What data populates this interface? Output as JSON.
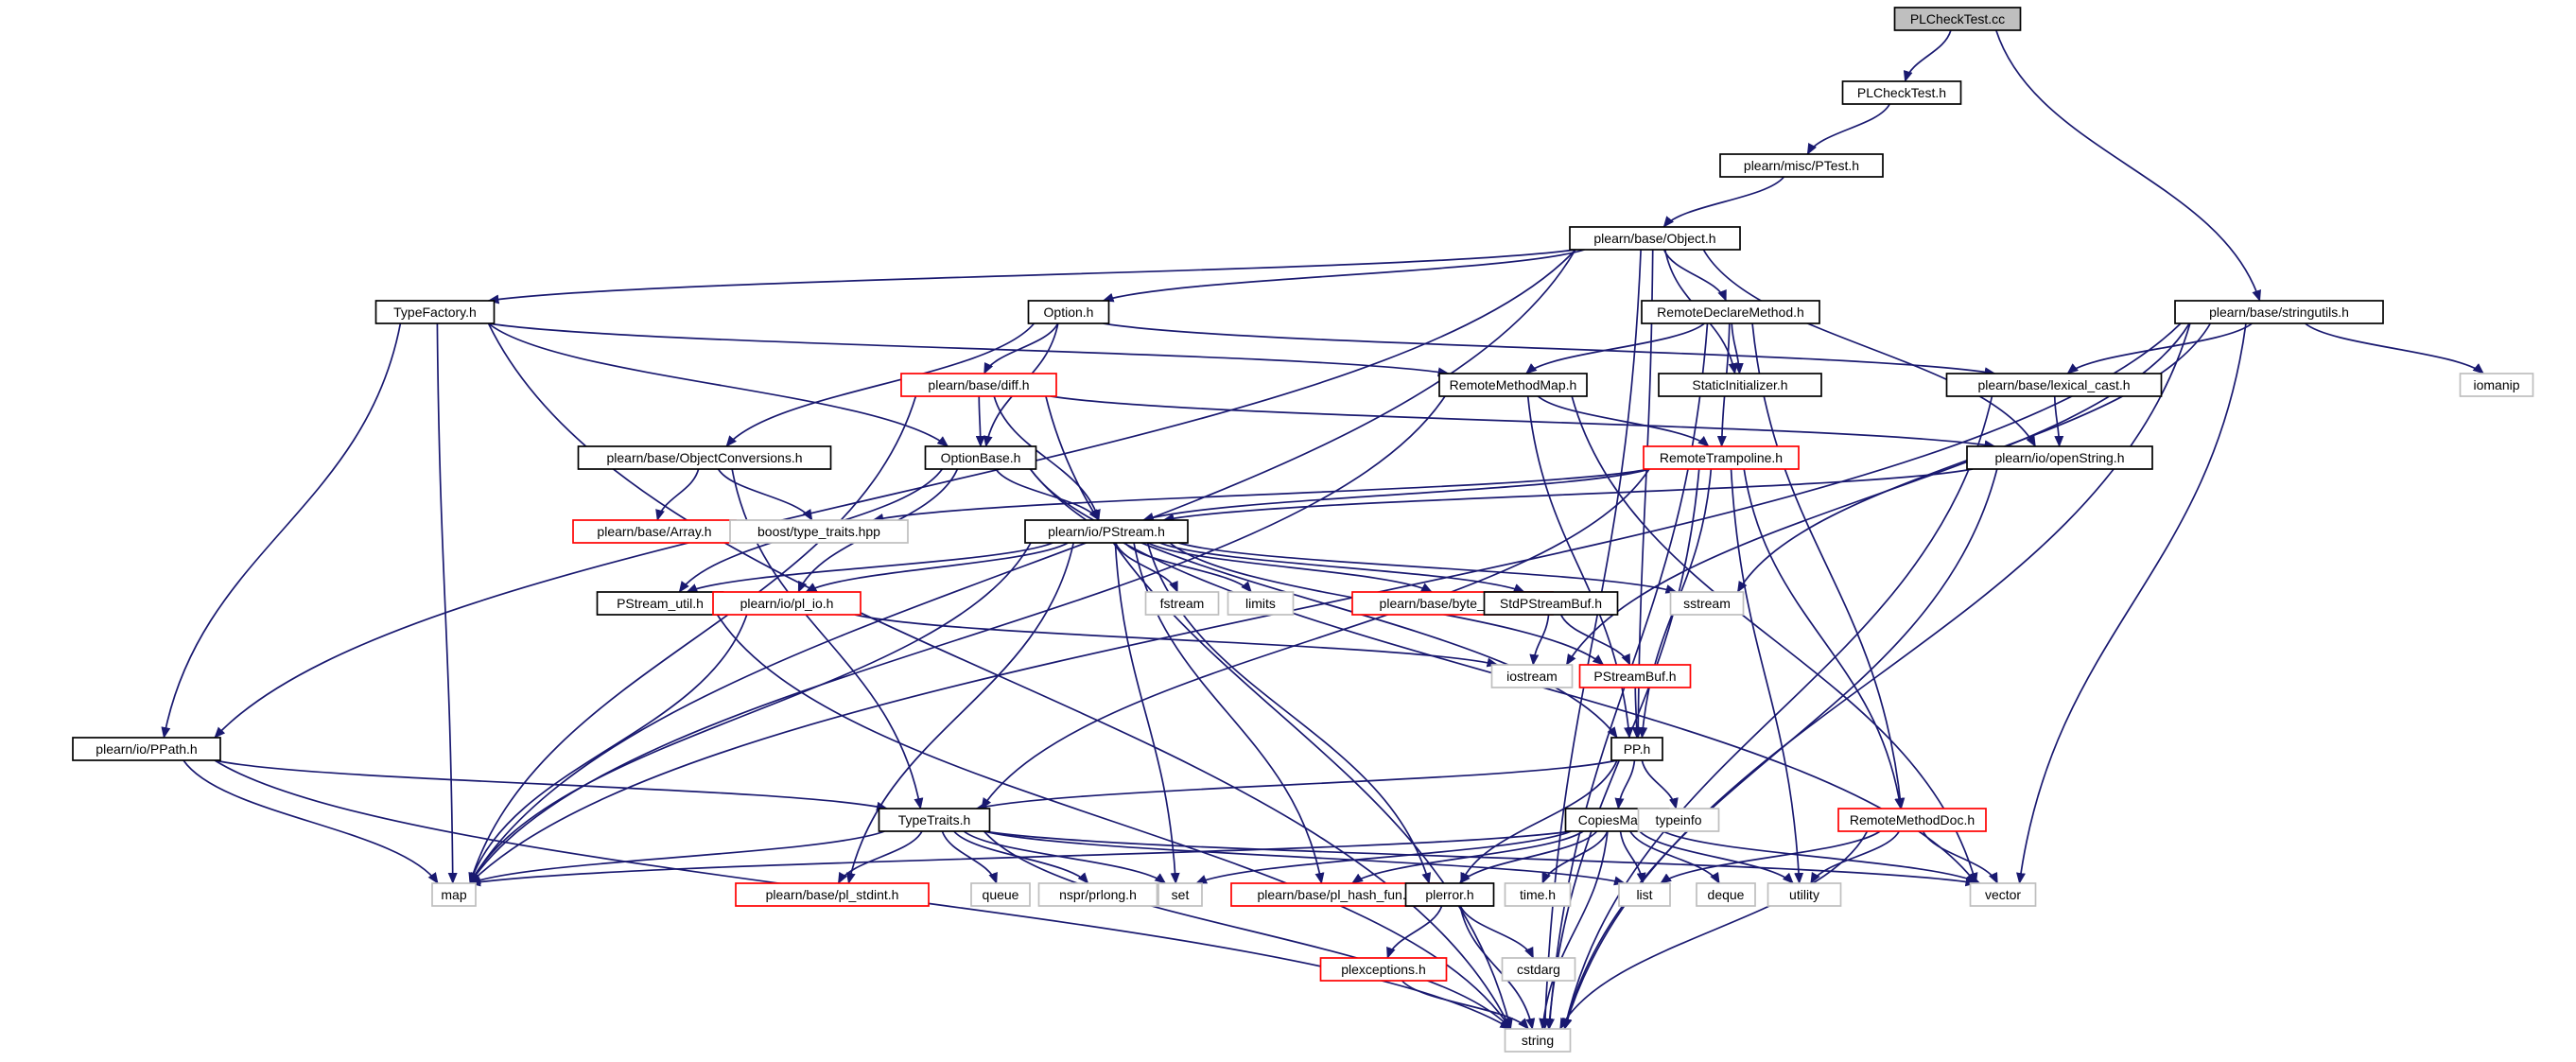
{
  "title": "PLCheckTest.cc",
  "colors": {
    "edge": "#191970",
    "node_border_normal": "#000000",
    "node_border_missing": "#bfbfbf",
    "node_border_red": "#ff0000",
    "node_fill_root": "#bfbfbf",
    "node_fill": "#ffffff",
    "text": "#000000"
  },
  "nodes": [
    {
      "id": "root",
      "label": "PLCheckTest.cc",
      "kind": "root"
    },
    {
      "id": "plchecktest_h",
      "label": "PLCheckTest.h",
      "kind": "normal"
    },
    {
      "id": "ptest_h",
      "label": "plearn/misc/PTest.h",
      "kind": "normal"
    },
    {
      "id": "object_h",
      "label": "plearn/base/Object.h",
      "kind": "normal"
    },
    {
      "id": "typefactory_h",
      "label": "TypeFactory.h",
      "kind": "normal"
    },
    {
      "id": "option_h",
      "label": "Option.h",
      "kind": "normal"
    },
    {
      "id": "remotedeclaremethod_h",
      "label": "RemoteDeclareMethod.h",
      "kind": "normal"
    },
    {
      "id": "stringutils_h",
      "label": "plearn/base/stringutils.h",
      "kind": "normal"
    },
    {
      "id": "diff_h",
      "label": "plearn/base/diff.h",
      "kind": "red"
    },
    {
      "id": "remotemethodmap_h",
      "label": "RemoteMethodMap.h",
      "kind": "normal"
    },
    {
      "id": "staticinitializer_h",
      "label": "StaticInitializer.h",
      "kind": "normal"
    },
    {
      "id": "lexical_cast_h",
      "label": "plearn/base/lexical_cast.h",
      "kind": "normal"
    },
    {
      "id": "iomanip",
      "label": "iomanip",
      "kind": "missing"
    },
    {
      "id": "objectconversions_h",
      "label": "plearn/base/ObjectConversions.h",
      "kind": "normal"
    },
    {
      "id": "optionbase_h",
      "label": "OptionBase.h",
      "kind": "normal"
    },
    {
      "id": "remotetrampoline_h",
      "label": "RemoteTrampoline.h",
      "kind": "red"
    },
    {
      "id": "openstring_h",
      "label": "plearn/io/openString.h",
      "kind": "normal"
    },
    {
      "id": "array_h",
      "label": "plearn/base/Array.h",
      "kind": "red"
    },
    {
      "id": "boost_type_traits",
      "label": "boost/type_traits.hpp",
      "kind": "missing"
    },
    {
      "id": "pstream_h",
      "label": "plearn/io/PStream.h",
      "kind": "normal"
    },
    {
      "id": "pstream_util_h",
      "label": "PStream_util.h",
      "kind": "normal"
    },
    {
      "id": "pl_io_h",
      "label": "plearn/io/pl_io.h",
      "kind": "red"
    },
    {
      "id": "fstream",
      "label": "fstream",
      "kind": "missing"
    },
    {
      "id": "limits",
      "label": "limits",
      "kind": "missing"
    },
    {
      "id": "byte_order_h",
      "label": "plearn/base/byte_order.h",
      "kind": "red"
    },
    {
      "id": "stdpstreambuf_h",
      "label": "StdPStreamBuf.h",
      "kind": "normal"
    },
    {
      "id": "sstream",
      "label": "sstream",
      "kind": "missing"
    },
    {
      "id": "iostream",
      "label": "iostream",
      "kind": "missing"
    },
    {
      "id": "pstreambuf_h",
      "label": "PStreamBuf.h",
      "kind": "red"
    },
    {
      "id": "ppath_h",
      "label": "plearn/io/PPath.h",
      "kind": "normal"
    },
    {
      "id": "pp_h",
      "label": "PP.h",
      "kind": "normal"
    },
    {
      "id": "typetraits_h",
      "label": "TypeTraits.h",
      "kind": "normal"
    },
    {
      "id": "copiesmap_h",
      "label": "CopiesMap.h",
      "kind": "normal"
    },
    {
      "id": "typeinfo",
      "label": "typeinfo",
      "kind": "missing"
    },
    {
      "id": "remotemethoddoc_h",
      "label": "RemoteMethodDoc.h",
      "kind": "red"
    },
    {
      "id": "map",
      "label": "map",
      "kind": "missing"
    },
    {
      "id": "pl_stdint_h",
      "label": "plearn/base/pl_stdint.h",
      "kind": "red"
    },
    {
      "id": "queue",
      "label": "queue",
      "kind": "missing"
    },
    {
      "id": "prlong_h",
      "label": "nspr/prlong.h",
      "kind": "missing"
    },
    {
      "id": "set",
      "label": "set",
      "kind": "missing"
    },
    {
      "id": "pl_hash_fun_h",
      "label": "plearn/base/pl_hash_fun.h",
      "kind": "red"
    },
    {
      "id": "plerror_h",
      "label": "plerror.h",
      "kind": "normal"
    },
    {
      "id": "time_h",
      "label": "time.h",
      "kind": "missing"
    },
    {
      "id": "list",
      "label": "list",
      "kind": "missing"
    },
    {
      "id": "deque",
      "label": "deque",
      "kind": "missing"
    },
    {
      "id": "utility",
      "label": "utility",
      "kind": "missing"
    },
    {
      "id": "vector",
      "label": "vector",
      "kind": "missing"
    },
    {
      "id": "cstdarg",
      "label": "cstdarg",
      "kind": "missing"
    },
    {
      "id": "plexceptions_h",
      "label": "plexceptions.h",
      "kind": "red"
    },
    {
      "id": "string",
      "label": "string",
      "kind": "missing"
    }
  ],
  "edges": [
    [
      "root",
      "plchecktest_h"
    ],
    [
      "root",
      "stringutils_h"
    ],
    [
      "plchecktest_h",
      "ptest_h"
    ],
    [
      "ptest_h",
      "object_h"
    ],
    [
      "object_h",
      "typefactory_h"
    ],
    [
      "object_h",
      "option_h"
    ],
    [
      "object_h",
      "remotedeclaremethod_h"
    ],
    [
      "object_h",
      "staticinitializer_h"
    ],
    [
      "object_h",
      "openstring_h"
    ],
    [
      "object_h",
      "pp_h"
    ],
    [
      "object_h",
      "ppath_h"
    ],
    [
      "object_h",
      "map"
    ],
    [
      "object_h",
      "string"
    ],
    [
      "typefactory_h",
      "remotemethodmap_h"
    ],
    [
      "typefactory_h",
      "optionbase_h"
    ],
    [
      "typefactory_h",
      "ppath_h"
    ],
    [
      "typefactory_h",
      "map"
    ],
    [
      "typefactory_h",
      "string"
    ],
    [
      "option_h",
      "diff_h"
    ],
    [
      "option_h",
      "objectconversions_h"
    ],
    [
      "option_h",
      "optionbase_h"
    ],
    [
      "option_h",
      "lexical_cast_h"
    ],
    [
      "remotedeclaremethod_h",
      "remotemethodmap_h"
    ],
    [
      "remotedeclaremethod_h",
      "staticinitializer_h"
    ],
    [
      "remotedeclaremethod_h",
      "remotetrampoline_h"
    ],
    [
      "remotedeclaremethod_h",
      "remotemethoddoc_h"
    ],
    [
      "remotedeclaremethod_h",
      "string"
    ],
    [
      "stringutils_h",
      "lexical_cast_h"
    ],
    [
      "stringutils_h",
      "iomanip"
    ],
    [
      "stringutils_h",
      "map"
    ],
    [
      "stringutils_h",
      "sstream"
    ],
    [
      "stringutils_h",
      "iostream"
    ],
    [
      "stringutils_h",
      "vector"
    ],
    [
      "stringutils_h",
      "string"
    ],
    [
      "diff_h",
      "optionbase_h"
    ],
    [
      "diff_h",
      "pstream_h"
    ],
    [
      "diff_h",
      "openstring_h"
    ],
    [
      "diff_h",
      "map"
    ],
    [
      "diff_h",
      "string"
    ],
    [
      "remotemethodmap_h",
      "remotetrampoline_h"
    ],
    [
      "remotemethodmap_h",
      "pp_h"
    ],
    [
      "remotemethodmap_h",
      "map"
    ],
    [
      "remotemethodmap_h",
      "vector"
    ],
    [
      "lexical_cast_h",
      "openstring_h"
    ],
    [
      "lexical_cast_h",
      "string"
    ],
    [
      "objectconversions_h",
      "array_h"
    ],
    [
      "objectconversions_h",
      "boost_type_traits"
    ],
    [
      "objectconversions_h",
      "typetraits_h"
    ],
    [
      "optionbase_h",
      "pstream_h"
    ],
    [
      "optionbase_h",
      "pstream_util_h"
    ],
    [
      "optionbase_h",
      "pl_io_h"
    ],
    [
      "optionbase_h",
      "pp_h"
    ],
    [
      "optionbase_h",
      "vector"
    ],
    [
      "remotetrampoline_h",
      "pstream_h"
    ],
    [
      "remotetrampoline_h",
      "boost_type_traits"
    ],
    [
      "remotetrampoline_h",
      "typetraits_h"
    ],
    [
      "remotetrampoline_h",
      "pp_h"
    ],
    [
      "remotetrampoline_h",
      "remotemethoddoc_h"
    ],
    [
      "remotetrampoline_h",
      "utility"
    ],
    [
      "remotetrampoline_h",
      "string"
    ],
    [
      "openstring_h",
      "pstream_h"
    ],
    [
      "openstring_h",
      "string"
    ],
    [
      "pstream_h",
      "pstream_util_h"
    ],
    [
      "pstream_h",
      "pl_io_h"
    ],
    [
      "pstream_h",
      "fstream"
    ],
    [
      "pstream_h",
      "limits"
    ],
    [
      "pstream_h",
      "byte_order_h"
    ],
    [
      "pstream_h",
      "stdpstreambuf_h"
    ],
    [
      "pstream_h",
      "sstream"
    ],
    [
      "pstream_h",
      "pstreambuf_h"
    ],
    [
      "pstream_h",
      "map"
    ],
    [
      "pstream_h",
      "pl_stdint_h"
    ],
    [
      "pstream_h",
      "set"
    ],
    [
      "pstream_h",
      "pl_hash_fun_h"
    ],
    [
      "pstream_h",
      "plerror_h"
    ],
    [
      "pstream_util_h",
      "string"
    ],
    [
      "pl_io_h",
      "iostream"
    ],
    [
      "pl_io_h",
      "map"
    ],
    [
      "stdpstreambuf_h",
      "iostream"
    ],
    [
      "stdpstreambuf_h",
      "pstreambuf_h"
    ],
    [
      "pstreambuf_h",
      "pp_h"
    ],
    [
      "ppath_h",
      "typetraits_h"
    ],
    [
      "ppath_h",
      "map"
    ],
    [
      "ppath_h",
      "string"
    ],
    [
      "pp_h",
      "typetraits_h"
    ],
    [
      "pp_h",
      "copiesmap_h"
    ],
    [
      "pp_h",
      "typeinfo"
    ],
    [
      "pp_h",
      "plerror_h"
    ],
    [
      "typetraits_h",
      "map"
    ],
    [
      "typetraits_h",
      "pl_stdint_h"
    ],
    [
      "typetraits_h",
      "queue"
    ],
    [
      "typetraits_h",
      "prlong_h"
    ],
    [
      "typetraits_h",
      "set"
    ],
    [
      "typetraits_h",
      "list"
    ],
    [
      "typetraits_h",
      "vector"
    ],
    [
      "typetraits_h",
      "string"
    ],
    [
      "copiesmap_h",
      "map"
    ],
    [
      "copiesmap_h",
      "set"
    ],
    [
      "copiesmap_h",
      "pl_hash_fun_h"
    ],
    [
      "copiesmap_h",
      "plerror_h"
    ],
    [
      "copiesmap_h",
      "time_h"
    ],
    [
      "copiesmap_h",
      "list"
    ],
    [
      "copiesmap_h",
      "deque"
    ],
    [
      "copiesmap_h",
      "utility"
    ],
    [
      "copiesmap_h",
      "vector"
    ],
    [
      "copiesmap_h",
      "string"
    ],
    [
      "remotemethoddoc_h",
      "list"
    ],
    [
      "remotemethoddoc_h",
      "utility"
    ],
    [
      "remotemethoddoc_h",
      "vector"
    ],
    [
      "remotemethoddoc_h",
      "string"
    ],
    [
      "plerror_h",
      "plexceptions_h"
    ],
    [
      "plerror_h",
      "cstdarg"
    ],
    [
      "plerror_h",
      "string"
    ],
    [
      "plexceptions_h",
      "string"
    ]
  ]
}
